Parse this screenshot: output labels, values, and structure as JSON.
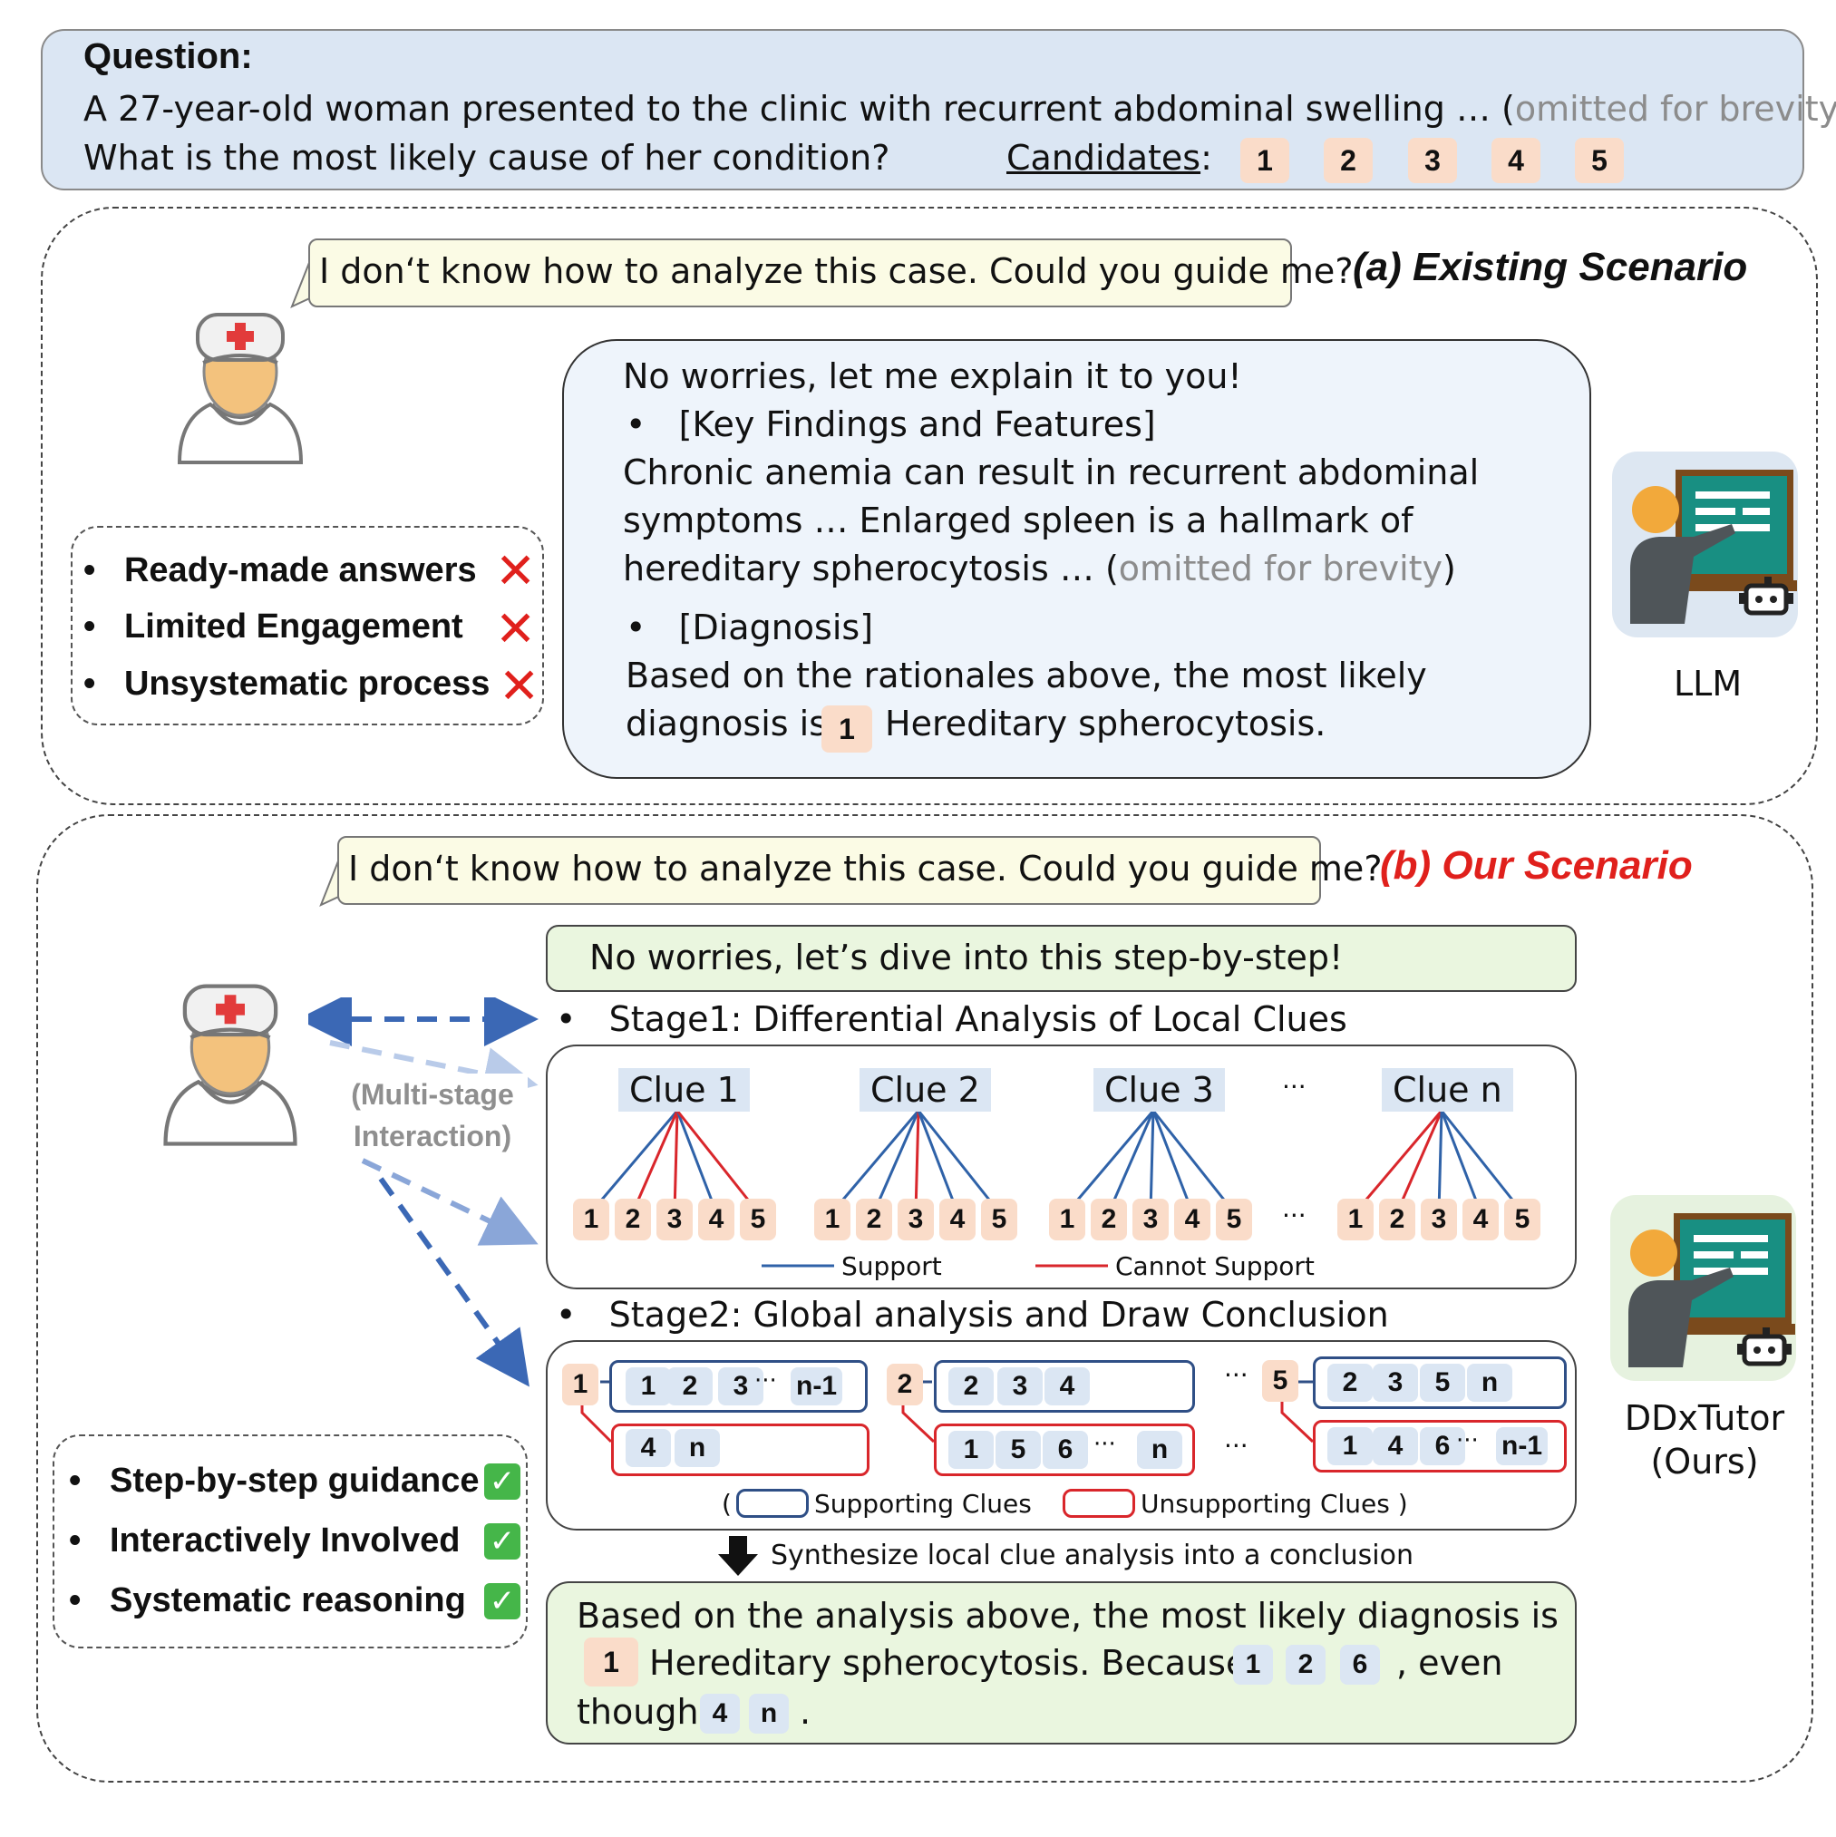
{
  "question": {
    "heading": "Question:",
    "line1_main": "A 27-year-old woman presented to the clinic with recurrent abdominal swelling … (",
    "line1_omitted": "omitted for brevity",
    "line1_end": ")",
    "line2": "What is the most likely cause of her condition?",
    "candidates_label": "Candidates",
    "candidates_colon": ":",
    "candidates": [
      "1",
      "2",
      "3",
      "4",
      "5"
    ]
  },
  "scenario_a": {
    "title": "(a) Existing Scenario",
    "student_prompt": "I don‘t know how to analyze this case. Could you guide me?",
    "features": [
      "Ready-made answers",
      "Limited Engagement",
      "Unsystematic process"
    ],
    "response": {
      "line1": "No worries, let me explain it to you!",
      "bullet1": "[Key Findings and Features]",
      "line2": "Chronic anemia can result in recurrent abdominal",
      "line3": "symptoms  …   Enlarged spleen is a hallmark of",
      "line4_main": "hereditary spherocytosis … (",
      "line4_omitted": "omitted for brevity",
      "line4_end": ")",
      "bullet2": "[Diagnosis]",
      "line5": "Based on the rationales above, the most likely",
      "line6_pre": "diagnosis is",
      "line6_chip": "1",
      "line6_post": "Hereditary spherocytosis."
    },
    "model_label": "LLM"
  },
  "scenario_b": {
    "title": "(b) Our Scenario",
    "student_prompt": "I don‘t know how to analyze this case. Could you guide me?",
    "interaction_label_1": "(Multi-stage",
    "interaction_label_2": "Interaction)",
    "intro": "No worries, let’s dive into this step-by-step!",
    "stage1": "Stage1: Differential Analysis of Local Clues",
    "clues": [
      "Clue 1",
      "Clue 2",
      "Clue 3",
      "Clue n"
    ],
    "ellipsis": "···",
    "candidate_numbers": [
      "1",
      "2",
      "3",
      "4",
      "5"
    ],
    "legend_support": "Support",
    "legend_cannot": "Cannot Support",
    "stage2": "Stage2: Global analysis and Draw Conclusion",
    "groups": [
      {
        "candidate": "1",
        "supporting": [
          "1",
          "2",
          "3",
          "···",
          "n-1"
        ],
        "unsupporting": [
          "4",
          "n"
        ]
      },
      {
        "candidate": "2",
        "supporting": [
          "2",
          "3",
          "4"
        ],
        "unsupporting": [
          "1",
          "5",
          "6",
          "···",
          "n"
        ]
      },
      {
        "candidate": "5",
        "supporting": [
          "2",
          "3",
          "5",
          "n"
        ],
        "unsupporting": [
          "1",
          "4",
          "6",
          "···",
          "n-1"
        ]
      }
    ],
    "legend_open": "(",
    "legend_supporting": "Supporting Clues",
    "legend_unsupporting": "Unsupporting Clues )",
    "synthesize": "Synthesize local clue analysis into a conclusion",
    "conclusion": {
      "line1": "Based on the analysis above, the most likely diagnosis is",
      "chip": "1",
      "line2a": "Hereditary spherocytosis.   Because",
      "because": [
        "1",
        "2",
        "6"
      ],
      "line2b": ", even",
      "line3": "though",
      "though": [
        "4",
        "n"
      ],
      "line3_end": "."
    },
    "features": [
      "Step-by-step guidance",
      "Interactively Involved",
      "Systematic reasoning"
    ],
    "model_label_1": "DDxTutor",
    "model_label_2": "(Ours)"
  },
  "colors": {
    "support_line": "#2f62a8",
    "cannot_line": "#d9262b",
    "arrow": "#3b68b5",
    "title_b": "#e0201c"
  }
}
